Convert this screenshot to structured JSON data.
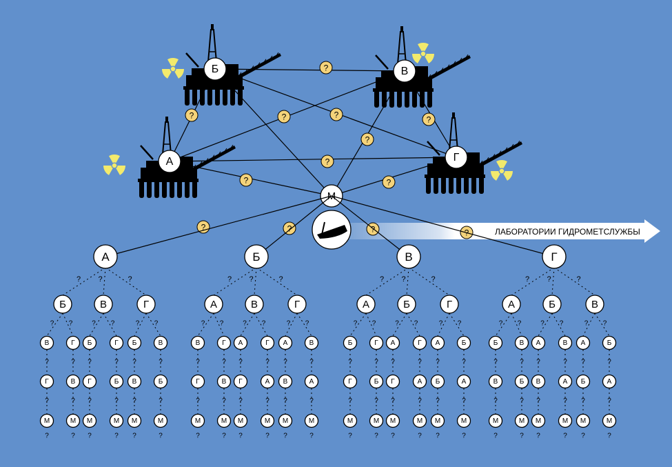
{
  "colors": {
    "background": "#6190cc",
    "node_fill": "#ffffff",
    "stroke": "#000000",
    "question_fill": "#f4d37a",
    "radiation": "#f3ea6c",
    "arrow": "#ffffff"
  },
  "icons": {
    "platform": "oil-platform-icon",
    "radiation": "radiation-icon",
    "boat": "boat-icon"
  },
  "platforms": [
    {
      "label": "Б"
    },
    {
      "label": "В"
    },
    {
      "label": "А"
    },
    {
      "label": "Г"
    }
  ],
  "hub": {
    "label": "М"
  },
  "arrow_label": "ЛАБОРАТОРИИ ГИДРОМЕТСЛУЖБЫ",
  "question_mark": "?",
  "tree": [
    {
      "label": "А",
      "children": [
        {
          "label": "Б",
          "leaves": [
            [
              "В",
              "Г",
              "М"
            ],
            [
              "Г",
              "В",
              "М"
            ]
          ]
        },
        {
          "label": "В",
          "leaves": [
            [
              "Б",
              "Г",
              "М"
            ],
            [
              "Г",
              "Б",
              "М"
            ]
          ]
        },
        {
          "label": "Г",
          "leaves": [
            [
              "Б",
              "В",
              "М"
            ],
            [
              "В",
              "Б",
              "М"
            ]
          ]
        }
      ]
    },
    {
      "label": "Б",
      "children": [
        {
          "label": "А",
          "leaves": [
            [
              "В",
              "Г",
              "М"
            ],
            [
              "Г",
              "В",
              "М"
            ]
          ]
        },
        {
          "label": "В",
          "leaves": [
            [
              "А",
              "Г",
              "М"
            ],
            [
              "Г",
              "А",
              "М"
            ]
          ]
        },
        {
          "label": "Г",
          "leaves": [
            [
              "А",
              "В",
              "М"
            ],
            [
              "В",
              "А",
              "М"
            ]
          ]
        }
      ]
    },
    {
      "label": "В",
      "children": [
        {
          "label": "А",
          "leaves": [
            [
              "Б",
              "Г",
              "М"
            ],
            [
              "Г",
              "Б",
              "М"
            ]
          ]
        },
        {
          "label": "Б",
          "leaves": [
            [
              "А",
              "Г",
              "М"
            ],
            [
              "Г",
              "А",
              "М"
            ]
          ]
        },
        {
          "label": "Г",
          "leaves": [
            [
              "А",
              "Б",
              "М"
            ],
            [
              "Б",
              "А",
              "М"
            ]
          ]
        }
      ]
    },
    {
      "label": "Г",
      "children": [
        {
          "label": "А",
          "leaves": [
            [
              "Б",
              "В",
              "М"
            ],
            [
              "В",
              "Б",
              "М"
            ]
          ]
        },
        {
          "label": "Б",
          "leaves": [
            [
              "А",
              "В",
              "М"
            ],
            [
              "В",
              "А",
              "М"
            ]
          ]
        },
        {
          "label": "В",
          "leaves": [
            [
              "А",
              "Б",
              "М"
            ],
            [
              "Б",
              "А",
              "М"
            ]
          ]
        }
      ]
    }
  ]
}
